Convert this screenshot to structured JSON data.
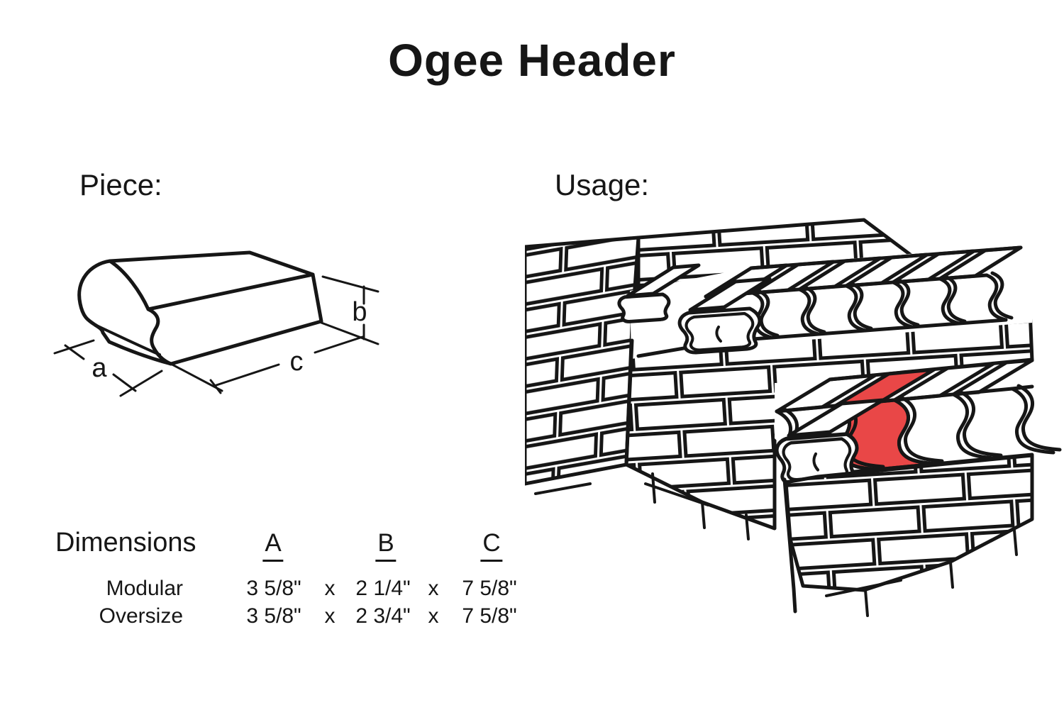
{
  "title": "Ogee Header",
  "colors": {
    "ink": "#161616",
    "highlight_red": "#e94747"
  },
  "piece": {
    "label": "Piece:",
    "dim_a": "a",
    "dim_b": "b",
    "dim_c": "c"
  },
  "usage": {
    "label": "Usage:"
  },
  "dimensions": {
    "heading": "Dimensions",
    "columns": [
      "A",
      "B",
      "C"
    ],
    "separator": "x",
    "rows": [
      {
        "label": "Modular",
        "a": "3 5/8\"",
        "b": "2 1/4\"",
        "c": "7 5/8\""
      },
      {
        "label": "Oversize",
        "a": "3 5/8\"",
        "b": "2 3/4\"",
        "c": "7 5/8\""
      }
    ]
  }
}
